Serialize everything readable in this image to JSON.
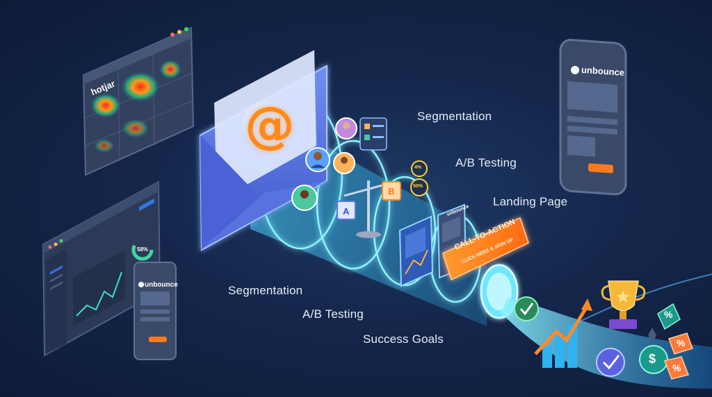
{
  "labels": {
    "top": [
      "Segmentation",
      "A/B Testing",
      "Landing Page"
    ],
    "bottom": [
      "Segmentation",
      "A/B Testing",
      "Success Goals"
    ]
  },
  "brands": {
    "heatmap_app": "hotjar",
    "landing_app_phone": "unbounce",
    "landing_app_tablet": "unbounce",
    "landing_app_small": "unbounce"
  },
  "funnel": {
    "email_symbol": "@",
    "ab_left": "A",
    "ab_right": "B",
    "cta_title": "CALL-TO-ACTION",
    "cta_subtitle": "CLICK HERE & SIGN UP",
    "gauge_dashboard": "58%",
    "gauge_1": "4%",
    "gauge_2": "50%"
  },
  "rewards": {
    "percent_1": "%",
    "percent_2": "%",
    "percent_3": "%",
    "dollar": "$"
  },
  "colors": {
    "accent_cyan": "#3fd6f5",
    "accent_orange": "#ff7a1a",
    "background": "#14264a",
    "gold": "#f5b83a"
  }
}
